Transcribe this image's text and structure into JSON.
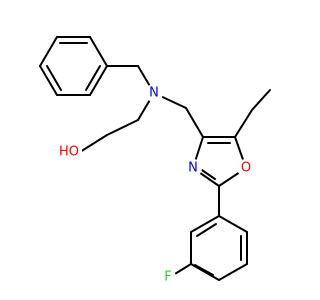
{
  "molecule": {
    "atoms": [
      {
        "id": "N",
        "label": "N",
        "color": "#0000ff"
      },
      {
        "id": "O_hydroxyl",
        "label": "HO",
        "color": "#ff0000"
      },
      {
        "id": "N_oxazole",
        "label": "N",
        "color": "#0000ff"
      },
      {
        "id": "O_oxazole",
        "label": "O",
        "color": "#ff0000"
      },
      {
        "id": "F",
        "label": "F",
        "color": "#33cc33"
      }
    ],
    "bond_color": "#000000"
  }
}
